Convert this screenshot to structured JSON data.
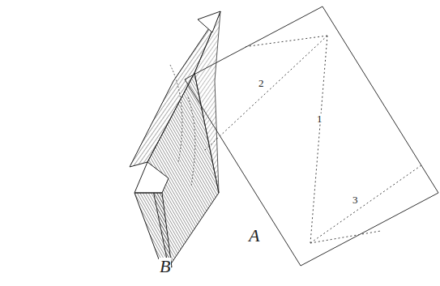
{
  "diagram": {
    "labels": [
      "B",
      "A",
      "1",
      "2",
      "3"
    ]
  }
}
